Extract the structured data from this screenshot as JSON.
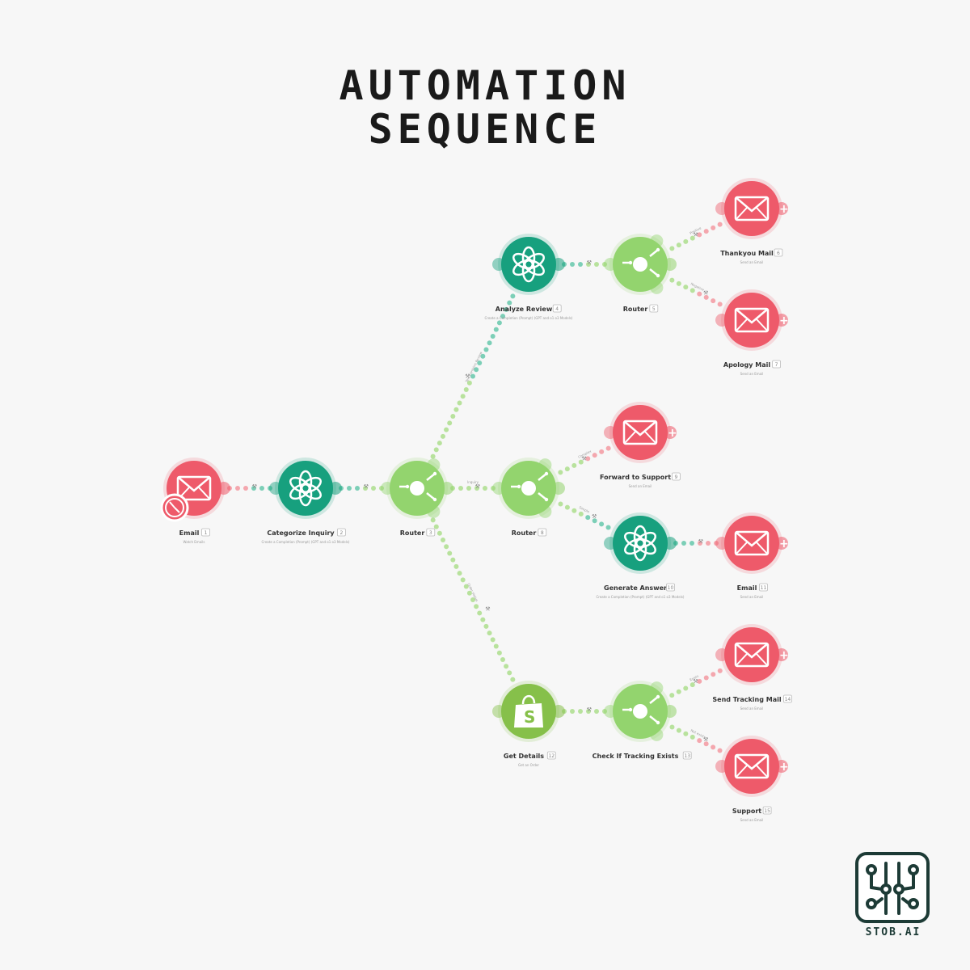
{
  "title": {
    "line1": "AUTOMATION",
    "line2": "SEQUENCE"
  },
  "colors": {
    "email": "#ee5a6a",
    "openai": "#17a07e",
    "router": "#93d46e",
    "shopify": "#86c04a",
    "dots_email": "#f4a7ae",
    "dots_openai": "#7ccfb7",
    "dots_router": "#b8e29d"
  },
  "nodes": [
    {
      "id": "email-trigger",
      "type": "email",
      "icon": "envelope-clock-icon",
      "label": "Email",
      "badge": "1",
      "sub": "Watch Emails"
    },
    {
      "id": "categorize",
      "type": "openai",
      "icon": "openai-icon",
      "label": "Categorize Inquiry",
      "badge": "2",
      "sub": "Create a Completion (Prompt) (GPT and o1 o3 Models)"
    },
    {
      "id": "router-main",
      "type": "router",
      "icon": "router-icon",
      "label": "Router",
      "badge": "3",
      "sub": ""
    },
    {
      "id": "analyze-review",
      "type": "openai",
      "icon": "openai-icon",
      "label": "Analyze Review",
      "badge": "4",
      "sub": "Create a Completion (Prompt) (GPT and o1 o3 Models)"
    },
    {
      "id": "router-review",
      "type": "router",
      "icon": "router-icon",
      "label": "Router",
      "badge": "5",
      "sub": ""
    },
    {
      "id": "thankyou-mail",
      "type": "email",
      "icon": "envelope-icon",
      "label": "Thankyou Mail",
      "badge": "6",
      "sub": "Send an Email"
    },
    {
      "id": "apology-mail",
      "type": "email",
      "icon": "envelope-icon",
      "label": "Apology Mail",
      "badge": "7",
      "sub": "Send an Email"
    },
    {
      "id": "router-mid",
      "type": "router",
      "icon": "router-icon",
      "label": "Router",
      "badge": "8",
      "sub": ""
    },
    {
      "id": "forward-support",
      "type": "email",
      "icon": "envelope-icon",
      "label": "Forward to Support",
      "badge": "9",
      "sub": "Send an Email"
    },
    {
      "id": "generate-answer",
      "type": "openai",
      "icon": "openai-icon",
      "label": "Generate Answer",
      "badge": "10",
      "sub": "Create a Completion (Prompt) (GPT and o1 o3 Models)"
    },
    {
      "id": "email-answer",
      "type": "email",
      "icon": "envelope-icon",
      "label": "Email",
      "badge": "11",
      "sub": "Send an Email"
    },
    {
      "id": "get-details",
      "type": "shopify",
      "icon": "shopify-bag-icon",
      "label": "Get Details",
      "badge": "12",
      "sub": "Get an Order"
    },
    {
      "id": "check-tracking",
      "type": "router",
      "icon": "router-icon",
      "label": "Check If Tracking Exists",
      "badge": "13",
      "sub": ""
    },
    {
      "id": "send-tracking",
      "type": "email",
      "icon": "envelope-icon",
      "label": "Send Tracking Mail",
      "badge": "14",
      "sub": "Send an Email"
    },
    {
      "id": "support",
      "type": "email",
      "icon": "envelope-icon",
      "label": "Support",
      "badge": "15",
      "sub": "Send an Email"
    }
  ],
  "edges": [
    {
      "from": "email-trigger",
      "to": "categorize",
      "label": ""
    },
    {
      "from": "categorize",
      "to": "router-main",
      "label": ""
    },
    {
      "from": "router-main",
      "to": "analyze-review",
      "label": "Text contains Review"
    },
    {
      "from": "analyze-review",
      "to": "router-review",
      "label": ""
    },
    {
      "from": "router-review",
      "to": "thankyou-mail",
      "label": "Positive"
    },
    {
      "from": "router-review",
      "to": "apology-mail",
      "label": "Negative"
    },
    {
      "from": "router-main",
      "to": "router-mid",
      "label": "Inquiry"
    },
    {
      "from": "router-mid",
      "to": "forward-support",
      "label": "Complex"
    },
    {
      "from": "router-mid",
      "to": "generate-answer",
      "label": "Simple"
    },
    {
      "from": "generate-answer",
      "to": "email-answer",
      "label": ""
    },
    {
      "from": "router-main",
      "to": "get-details",
      "label": "Order status"
    },
    {
      "from": "get-details",
      "to": "check-tracking",
      "label": ""
    },
    {
      "from": "check-tracking",
      "to": "send-tracking",
      "label": "Exists"
    },
    {
      "from": "check-tracking",
      "to": "support",
      "label": "Not exists"
    }
  ],
  "logo": {
    "text": "STOB.AI",
    "icon": "circuit-logo-icon"
  }
}
